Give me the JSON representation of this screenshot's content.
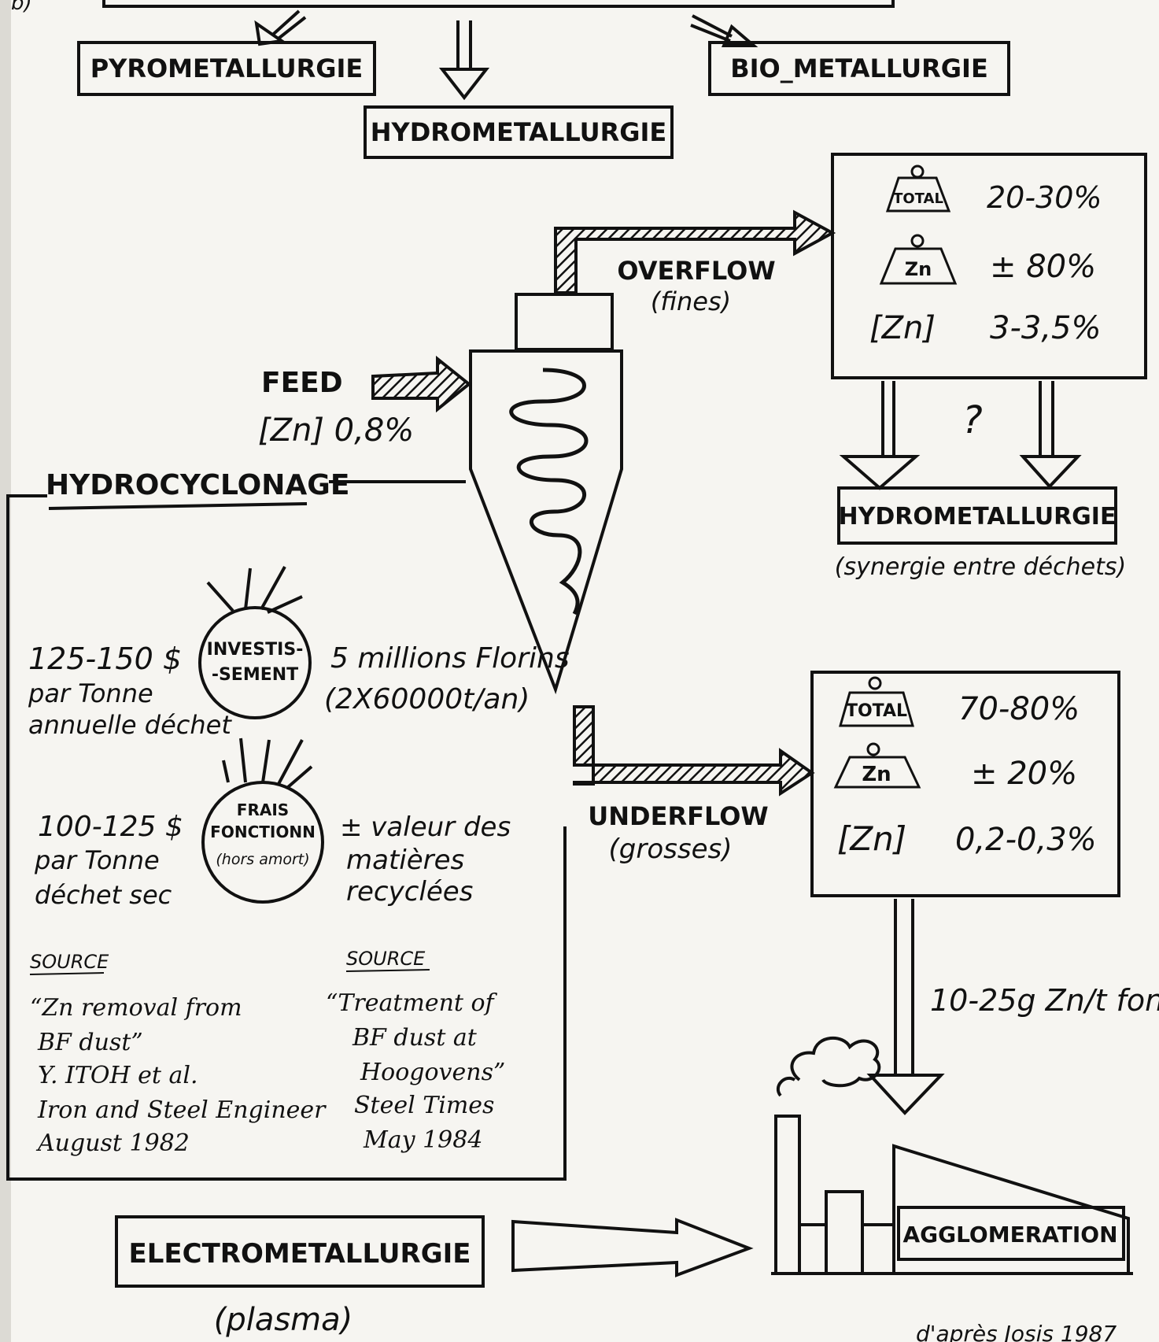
{
  "top": {
    "margin_mark": "b)"
  },
  "methods": {
    "pyro": "PYROMETALLURGIE",
    "hydro_top": "HYDROMETALLURGIE",
    "bio": "BIO_METALLURGIE"
  },
  "hydrocyclone": {
    "feed_label": "FEED",
    "feed_zn": "[Zn] 0,8%",
    "title": "HYDROCYCLONAGE",
    "overflow_label": "OVERFLOW",
    "overflow_sub": "(fines)",
    "underflow_label": "UNDERFLOW",
    "underflow_sub": "(grosses)"
  },
  "overflow_box": {
    "rows": [
      {
        "weight_tag": "TOTAL",
        "value": "20-30%"
      },
      {
        "weight_tag": "Zn",
        "value": "± 80%"
      },
      {
        "weight_tag": "[Zn]",
        "value": "3-3,5%"
      }
    ],
    "question": "?",
    "target": "HYDROMETALLURGIE",
    "target_sub": "(synergie entre déchets)"
  },
  "underflow_box": {
    "rows": [
      {
        "weight_tag": "TOTAL",
        "value": "70-80%"
      },
      {
        "weight_tag": "Zn",
        "value": "± 20%"
      },
      {
        "weight_tag": "[Zn]",
        "value": "0,2-0,3%"
      }
    ],
    "to_plant": "10-25g Zn/t fon"
  },
  "costs": {
    "invest_cost": "125-150 $",
    "invest_unit_1": "par Tonne",
    "invest_unit_2": "annuelle déchet",
    "invest_badge_1": "INVESTIS-",
    "invest_badge_2": "-SEMENT",
    "invest_amount_1": "5 millions Florins",
    "invest_amount_2": "(2X60000t/an)",
    "oper_cost": "100-125 $",
    "oper_unit_1": "par Tonne",
    "oper_unit_2": "déchet sec",
    "oper_badge_1": "FRAIS",
    "oper_badge_2": "FONCTIONN",
    "oper_badge_3": "(hors amort)",
    "oper_value_1": "± valeur des",
    "oper_value_2": "matières",
    "oper_value_3": "recyclées"
  },
  "sources": {
    "label": "SOURCE",
    "left": [
      "“Zn removal from",
      "BF dust”",
      "Y. ITOH et al.",
      "Iron and Steel Engineer",
      "August 1982"
    ],
    "right": [
      "“Treatment of",
      "BF dust at",
      "Hoogovens”",
      "Steel Times",
      "May 1984"
    ]
  },
  "bottom": {
    "electro": "ELECTROMETALLURGIE",
    "electro_sub": "(plasma)",
    "agglo": "AGGLOMERATION",
    "credit": "d'après Josis 1987"
  },
  "colors": {
    "ink": "#111111",
    "paper": "#f6f5f1"
  }
}
